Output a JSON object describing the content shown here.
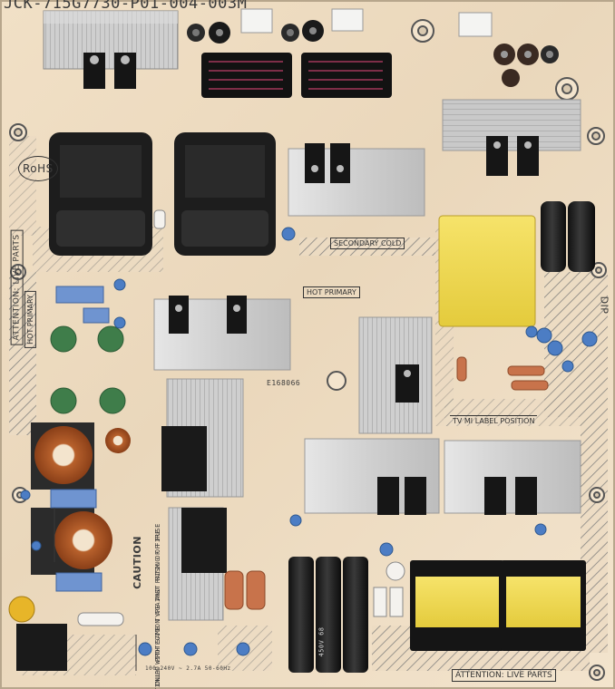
{
  "board": {
    "part_number": "JCK-715G7730-P01-004-003M",
    "rohs_mark": "RoHS",
    "warning_live_parts_left": "ATTENTION: LIVE PARTS",
    "warning_live_parts_bottom": "ATTENTION: LIVE PARTS",
    "hot_primary_left": "HOT PRIMARY",
    "secondary_cold": "SECONDARY COLD",
    "hot_primary_center": "HOT PRIMARY",
    "dip_mark": "DIP",
    "label_position": "TV MI LABEL POSITION",
    "caution_title": "CAUTION",
    "caution_line1": "FOR CONTINUED PROTECTION AGAINST RISK OF FIRE",
    "caution_line2": "REPLACE ONLY WITH SAME TYPE AND RATING OF FUSE",
    "cert_code": "E168066",
    "cap_rating": "450V 68",
    "input_rating": "100-240V ~ 2.7A 50-60Hz"
  }
}
